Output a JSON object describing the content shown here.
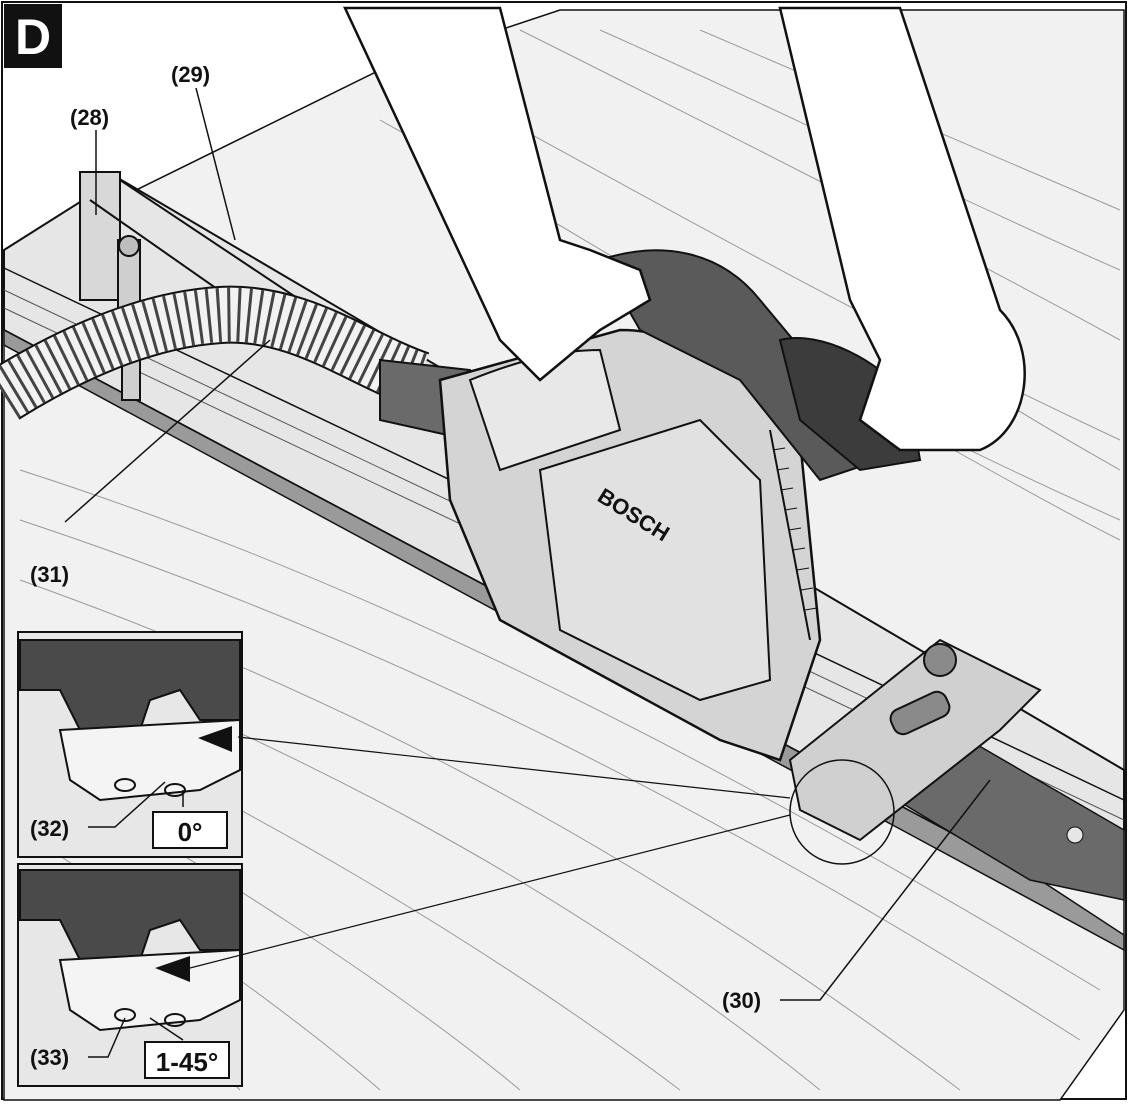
{
  "figure": {
    "panel_letter": "D",
    "callouts": {
      "c28": "(28)",
      "c29": "(29)",
      "c30": "(30)",
      "c31": "(31)",
      "c32": "(32)",
      "c33": "(33)"
    },
    "tool_brand_text": "BOSCH",
    "angle_labels": {
      "zero": "0°",
      "range": "1-45°"
    },
    "colors": {
      "line": "#111111",
      "wood": "#efefef",
      "rail": "#e4e4e4",
      "saw_body": "#cfcfcf",
      "saw_dark": "#555555",
      "hose": "#f2f2f2",
      "badge_bg": "#111111",
      "badge_text": "#ffffff"
    }
  }
}
